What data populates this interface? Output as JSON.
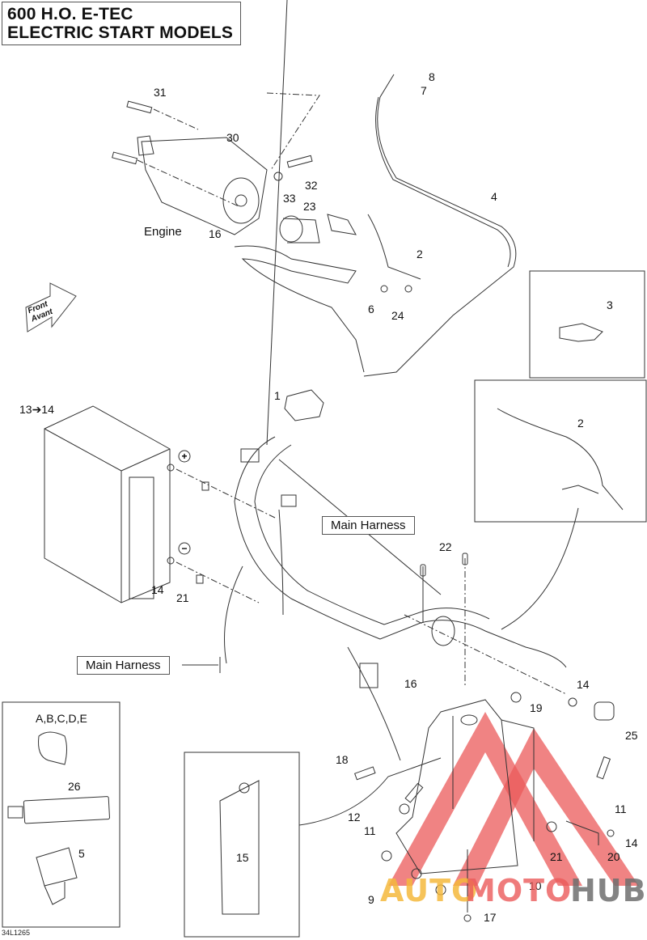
{
  "title": {
    "line1": "600 H.O. E-TEC",
    "line2": "ELECTRIC START MODELS"
  },
  "orientation": {
    "line1": "Front",
    "line2": "Avant"
  },
  "labels": {
    "engine": "Engine",
    "main_harness_1": "Main Harness",
    "main_harness_2": "Main Harness",
    "battery_kit": "13➔14",
    "clip_variants": "A,B,C,D,E",
    "positive_terminal": "+",
    "negative_terminal": "−"
  },
  "callouts": {
    "c1": "1",
    "c2a": "2",
    "c2b": "2",
    "c3": "3",
    "c4": "4",
    "c5": "5",
    "c6": "6",
    "c7": "7",
    "c8": "8",
    "c9": "9",
    "c10": "10",
    "c11a": "11",
    "c11b": "11",
    "c12": "12",
    "c14a": "14",
    "c14b": "14",
    "c14c": "14",
    "c15": "15",
    "c16a": "16",
    "c16b": "16",
    "c17": "17",
    "c18": "18",
    "c19": "19",
    "c20": "20",
    "c21a": "21",
    "c21b": "21",
    "c22": "22",
    "c23": "23",
    "c24": "24",
    "c25": "25",
    "c26": "26",
    "c30": "30",
    "c31": "31",
    "c32": "32",
    "c33": "33"
  },
  "drawing_number": "34L1265",
  "watermark": {
    "part1": "AUTO",
    "part2": "MOTO",
    "part3": "HUB"
  },
  "colors": {
    "line": "#333333",
    "watermark_red": "#eb5a5a",
    "watermark_orange": "#f5b93c",
    "watermark_gray": "#6e6e6e"
  }
}
